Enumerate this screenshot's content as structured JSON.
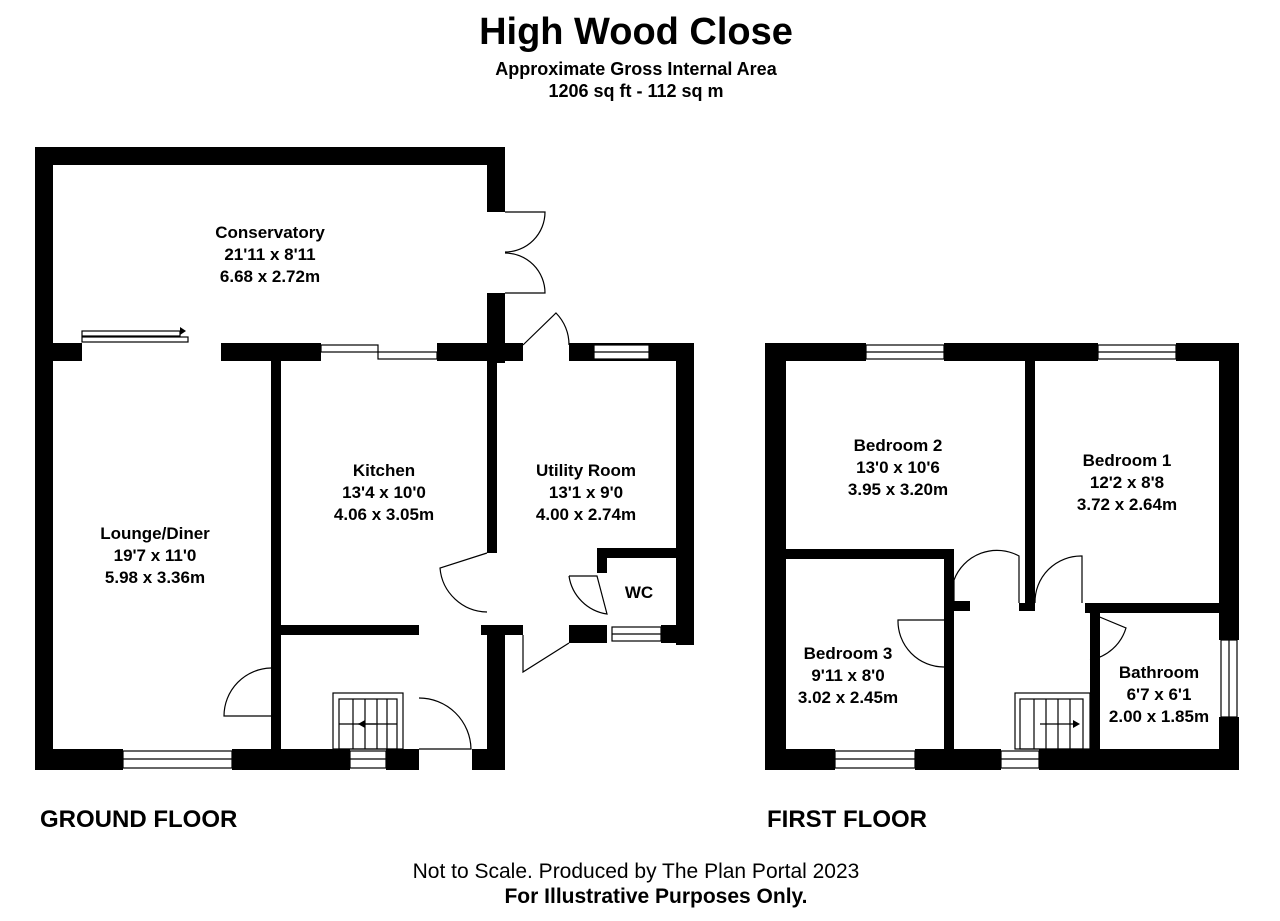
{
  "header": {
    "title": "High Wood Close",
    "subtitle": "Approximate Gross Internal Area",
    "area": "1206 sq ft - 112 sq m"
  },
  "floors": {
    "ground_label": "GROUND FLOOR",
    "first_label": "FIRST FLOOR"
  },
  "rooms": {
    "conservatory": {
      "name": "Conservatory",
      "imperial": "21'11 x 8'11",
      "metric": "6.68 x 2.72m"
    },
    "lounge": {
      "name": "Lounge/Diner",
      "imperial": "19'7 x 11'0",
      "metric": "5.98 x 3.36m"
    },
    "kitchen": {
      "name": "Kitchen",
      "imperial": "13'4 x 10'0",
      "metric": "4.06 x 3.05m"
    },
    "utility": {
      "name": "Utility Room",
      "imperial": "13'1 x 9'0",
      "metric": "4.00 x 2.74m"
    },
    "wc": {
      "name": "WC"
    },
    "bedroom2": {
      "name": "Bedroom 2",
      "imperial": "13'0 x 10'6",
      "metric": "3.95 x 3.20m"
    },
    "bedroom1": {
      "name": "Bedroom 1",
      "imperial": "12'2 x 8'8",
      "metric": "3.72 x 2.64m"
    },
    "bedroom3": {
      "name": "Bedroom 3",
      "imperial": "9'11 x 8'0",
      "metric": "3.02 x 2.45m"
    },
    "bathroom": {
      "name": "Bathroom",
      "imperial": "6'7 x 6'1",
      "metric": "2.00 x 1.85m"
    }
  },
  "footer": {
    "line1": "Not to Scale. Produced by The Plan Portal 2023",
    "line2": "For Illustrative Purposes Only."
  }
}
